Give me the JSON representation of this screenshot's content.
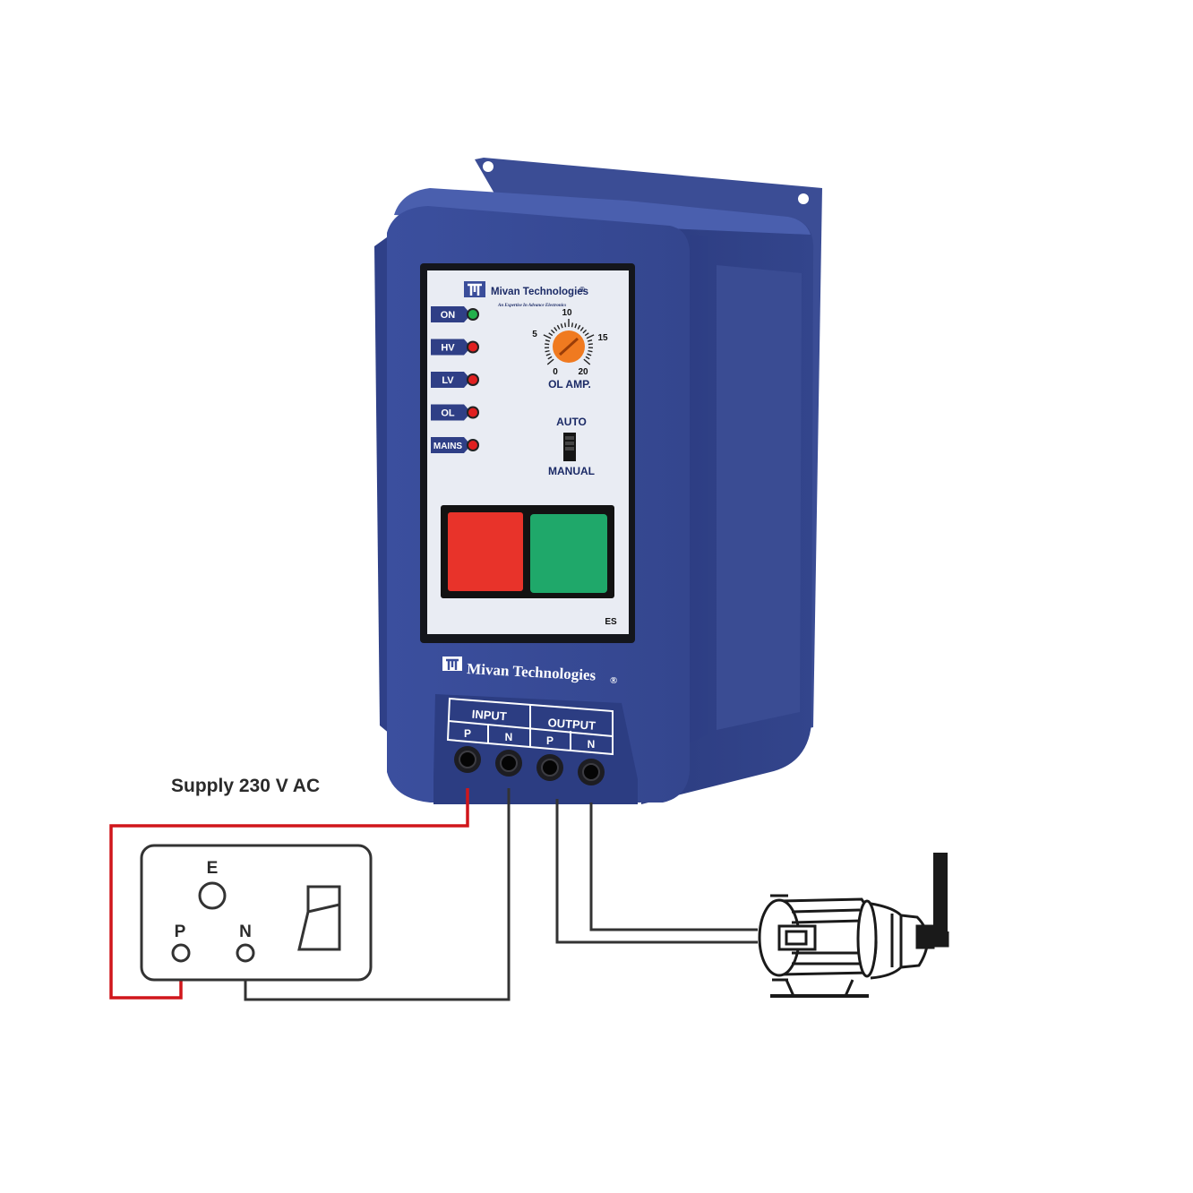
{
  "device": {
    "brand_panel": "Mivan Technologies",
    "registered_mark_panel": "®",
    "tagline": "An Expertise In Advance Electronics",
    "indicators": [
      {
        "label": "ON",
        "color": "#22b14c"
      },
      {
        "label": "HV",
        "color": "#e02020"
      },
      {
        "label": "LV",
        "color": "#e02020"
      },
      {
        "label": "OL",
        "color": "#e02020"
      },
      {
        "label": "MAINS",
        "color": "#e02020"
      }
    ],
    "dial": {
      "ticks": [
        "0",
        "5",
        "10",
        "15",
        "20"
      ],
      "label": "OL AMP.",
      "knob_color": "#f07a20"
    },
    "mode_switch": {
      "top_label": "AUTO",
      "bottom_label": "MANUAL"
    },
    "buttons": [
      {
        "name": "stop",
        "color": "#e8332a"
      },
      {
        "name": "start",
        "color": "#1fa86a"
      }
    ],
    "model": "ES",
    "brand_body": "Mivan Technologies",
    "registered_mark_body": "®",
    "terminals": {
      "input_label": "INPUT",
      "output_label": "OUTPUT",
      "pins": [
        "P",
        "N",
        "P",
        "N"
      ]
    },
    "body_color": "#3a4d9a"
  },
  "supply_label": "Supply 230 V AC",
  "socket": {
    "earth_label": "E",
    "phase_label": "P",
    "neutral_label": "N"
  },
  "wires": {
    "phase_color": "#d0161b",
    "neutral_color": "#333333"
  },
  "motor": {
    "icon": "motor-icon"
  }
}
